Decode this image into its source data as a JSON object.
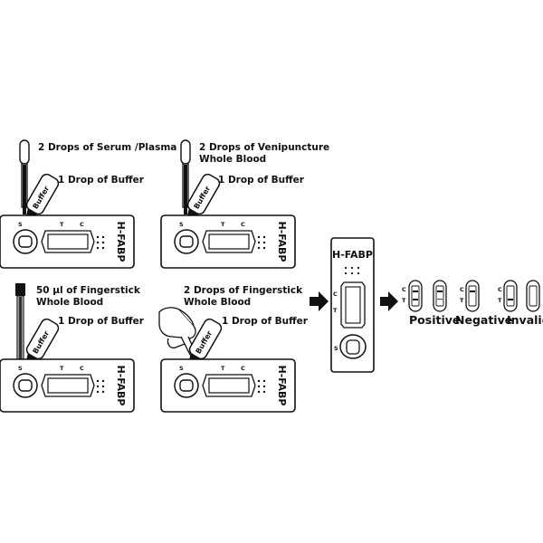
{
  "panels": [
    {
      "line1": "2 Drops of Serum /Plasma",
      "line2": "",
      "buffer": "1 Drop of Buffer",
      "brand": "H-FABP"
    },
    {
      "line1": "2 Drops of Venipuncture",
      "line2": "Whole Blood",
      "buffer": "1 Drop of Buffer",
      "brand": "H-FABP"
    },
    {
      "line1": "50 µl of Fingerstick",
      "line2": "Whole Blood",
      "buffer": "1 Drop of Buffer",
      "brand": "H-FABP"
    },
    {
      "line1": "2 Drops of Fingerstick",
      "line2": "Whole Blood",
      "buffer": "1 Drop of Buffer",
      "brand": "H-FABP"
    }
  ],
  "bottle_label": "Buffer",
  "cassette_markers": {
    "control": "C",
    "test": "T",
    "sample": "S"
  },
  "vertical_cassette": {
    "brand": "H-FABP"
  },
  "results": {
    "positive": "Positive",
    "negative": "Negative",
    "invalid": "Invalid"
  }
}
